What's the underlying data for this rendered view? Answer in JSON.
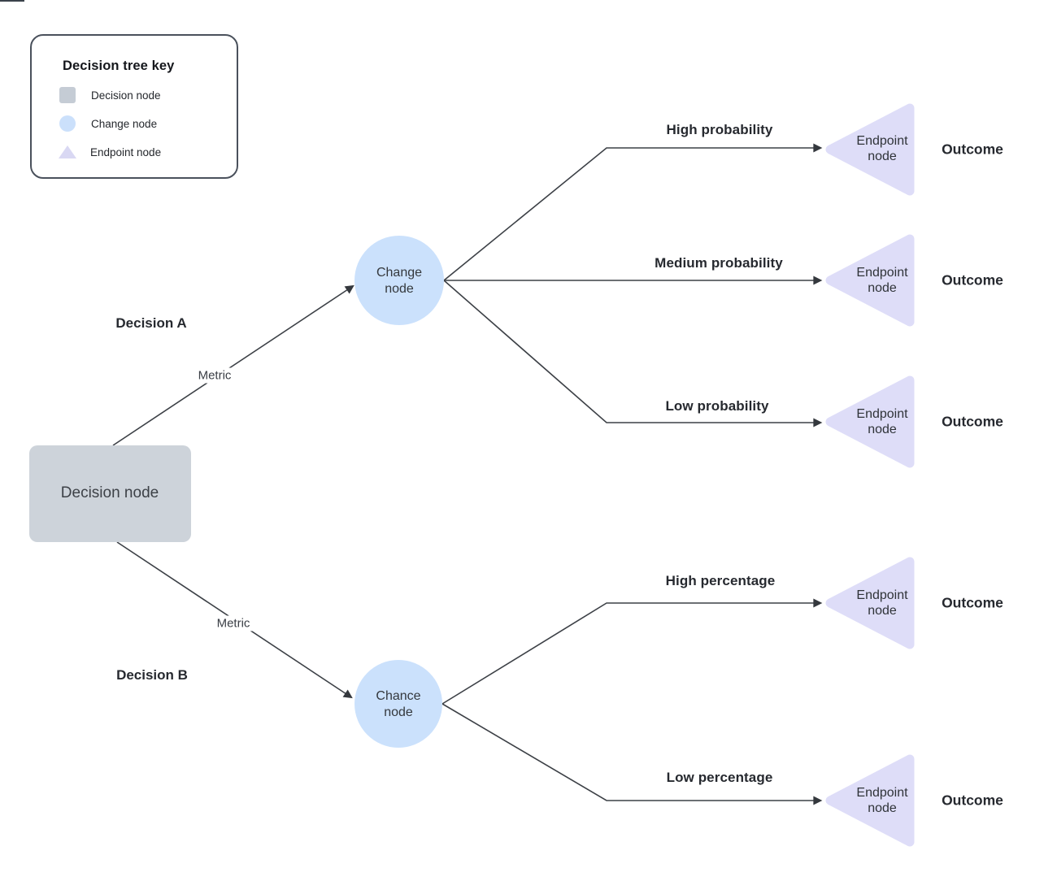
{
  "canvas": {
    "background": "#ffffff"
  },
  "legend": {
    "title": "Decision tree key",
    "items": [
      {
        "label": "Decision node",
        "shape": "square",
        "color": "#c5ccd5"
      },
      {
        "label": "Change node",
        "shape": "circle",
        "color": "#cbe0fb"
      },
      {
        "label": "Endpoint node",
        "shape": "triangle",
        "color": "#d9d8f3"
      }
    ]
  },
  "tree": {
    "root": {
      "label": "Decision node",
      "shape": "rounded-rectangle",
      "fill": "#cdd3da"
    },
    "branch_a": {
      "title": "Decision A",
      "edge_label": "Metric",
      "target": "change_node"
    },
    "branch_b": {
      "title": "Decision B",
      "edge_label": "Metric",
      "target": "chance_node"
    },
    "change_node": {
      "label": "Change\nnode",
      "shape": "circle",
      "fill": "#cbe1fc"
    },
    "chance_node": {
      "label": "Chance\nnode",
      "shape": "circle",
      "fill": "#cbe1fc"
    },
    "endpoint_fill": "#deddf8",
    "endpoints": [
      {
        "parent": "change_node",
        "branch_label": "High probability",
        "node_label": "Endpoint\nnode",
        "outcome": "Outcome"
      },
      {
        "parent": "change_node",
        "branch_label": "Medium probability",
        "node_label": "Endpoint\nnode",
        "outcome": "Outcome"
      },
      {
        "parent": "change_node",
        "branch_label": "Low probability",
        "node_label": "Endpoint\nnode",
        "outcome": "Outcome"
      },
      {
        "parent": "chance_node",
        "branch_label": "High percentage",
        "node_label": "Endpoint\nnode",
        "outcome": "Outcome"
      },
      {
        "parent": "chance_node",
        "branch_label": "Low percentage",
        "node_label": "Endpoint\nnode",
        "outcome": "Outcome"
      }
    ]
  },
  "colors": {
    "connector_line": "#3c4046",
    "arrowhead": "#34383d",
    "legend_border": "#4a515c"
  }
}
